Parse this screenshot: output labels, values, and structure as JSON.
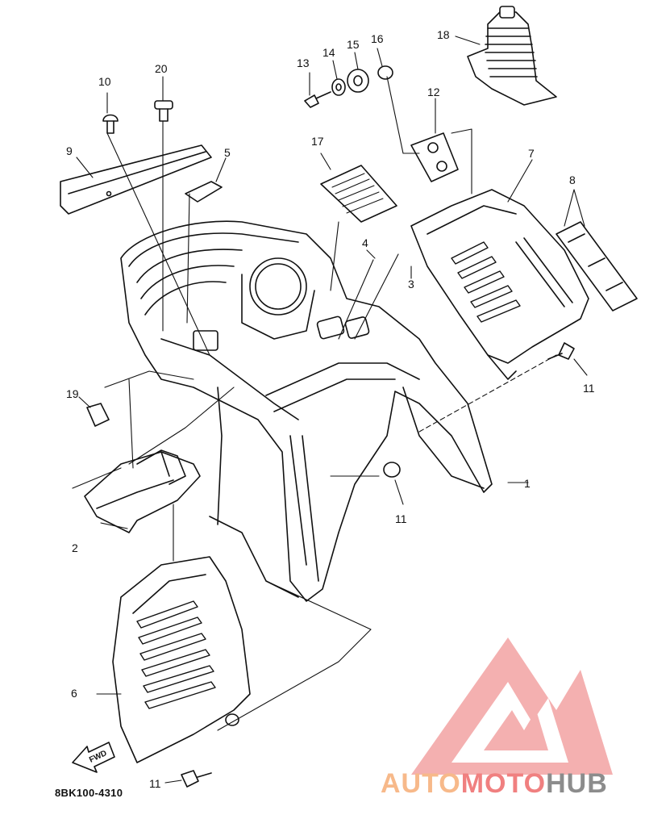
{
  "diagram": {
    "part_code": "8BK100-4310",
    "fwd_label": "FWD",
    "callouts": [
      {
        "id": "c1",
        "text": "1"
      },
      {
        "id": "c2",
        "text": "2"
      },
      {
        "id": "c3",
        "text": "3"
      },
      {
        "id": "c4",
        "text": "4"
      },
      {
        "id": "c5",
        "text": "5"
      },
      {
        "id": "c6",
        "text": "6"
      },
      {
        "id": "c7",
        "text": "7"
      },
      {
        "id": "c8",
        "text": "8"
      },
      {
        "id": "c9",
        "text": "9"
      },
      {
        "id": "c10",
        "text": "10"
      },
      {
        "id": "c11a",
        "text": "11"
      },
      {
        "id": "c11b",
        "text": "11"
      },
      {
        "id": "c11c",
        "text": "11"
      },
      {
        "id": "c12",
        "text": "12"
      },
      {
        "id": "c13",
        "text": "13"
      },
      {
        "id": "c14",
        "text": "14"
      },
      {
        "id": "c15",
        "text": "15"
      },
      {
        "id": "c16",
        "text": "16"
      },
      {
        "id": "c17",
        "text": "17"
      },
      {
        "id": "c18",
        "text": "18"
      },
      {
        "id": "c19",
        "text": "19"
      },
      {
        "id": "c20",
        "text": "20"
      }
    ]
  },
  "watermark": {
    "part1": "AUTO",
    "part2": "MOTO",
    "part3": "HUB",
    "color_orange": "#f7b98a",
    "color_red": "#f08080",
    "color_gray": "#8c8c8c"
  }
}
